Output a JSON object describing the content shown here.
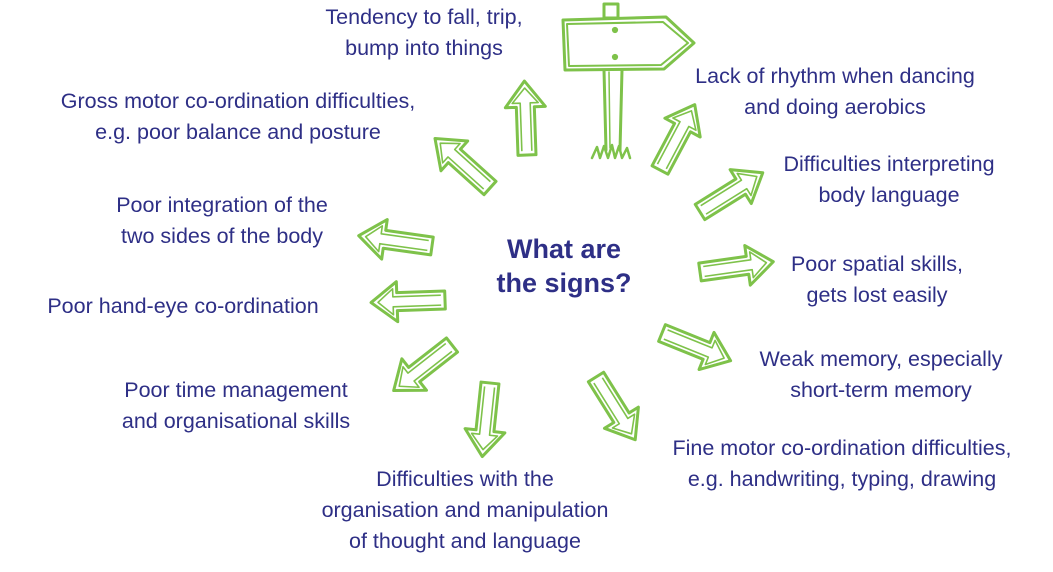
{
  "center": {
    "line1": "What are",
    "line2": "the signs?"
  },
  "signs": [
    {
      "id": "tendency-to-fall",
      "lines": [
        "Tendency to fall, trip,",
        "bump into things"
      ]
    },
    {
      "id": "lack-of-rhythm",
      "lines": [
        "Lack of rhythm when dancing",
        "and doing aerobics"
      ]
    },
    {
      "id": "body-language",
      "lines": [
        "Difficulties interpreting",
        "body language"
      ]
    },
    {
      "id": "spatial-skills",
      "lines": [
        "Poor spatial skills,",
        "gets lost easily"
      ]
    },
    {
      "id": "weak-memory",
      "lines": [
        "Weak memory, especially",
        "short-term memory"
      ]
    },
    {
      "id": "fine-motor",
      "lines": [
        "Fine motor co-ordination difficulties,",
        "e.g. handwriting, typing, drawing"
      ]
    },
    {
      "id": "thought-and-language",
      "lines": [
        "Difficulties with the",
        "organisation and manipulation",
        "of thought and language"
      ]
    },
    {
      "id": "time-management",
      "lines": [
        "Poor time management",
        "and organisational skills"
      ]
    },
    {
      "id": "hand-eye",
      "lines": [
        "Poor hand-eye co-ordination"
      ]
    },
    {
      "id": "two-sides",
      "lines": [
        "Poor integration of the",
        "two sides of the body"
      ]
    },
    {
      "id": "gross-motor",
      "lines": [
        "Gross motor co-ordination difficulties,",
        "e.g. poor balance and posture"
      ]
    }
  ],
  "colors": {
    "text": "#2e2f86",
    "arrow_stroke": "#7ec24a"
  },
  "icons": {
    "signpost": "signpost-icon",
    "arrow": "arrow-icon"
  }
}
